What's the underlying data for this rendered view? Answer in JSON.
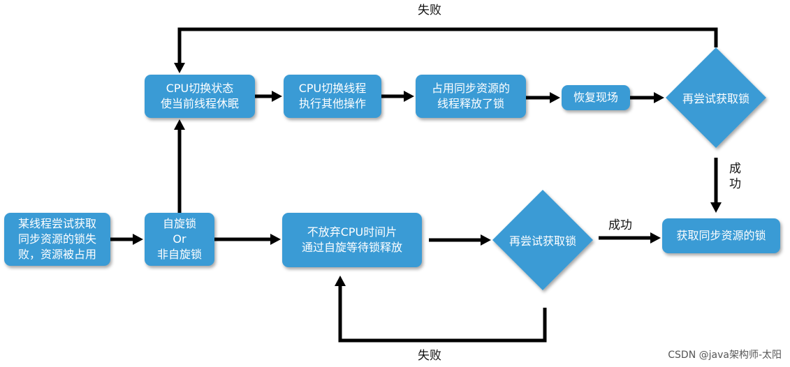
{
  "nodes": {
    "start": {
      "lines": [
        "某线程尝试获取",
        "同步资源的锁失",
        "败，资源被占用"
      ]
    },
    "spin_choice": {
      "lines": [
        "自旋锁",
        "Or",
        "非自旋锁"
      ]
    },
    "cpu_switch_state": {
      "lines": [
        "CPU切换状态",
        "使当前线程休眠"
      ]
    },
    "cpu_switch_thread": {
      "lines": [
        "CPU切换线程",
        "执行其他操作"
      ]
    },
    "release_lock": {
      "lines": [
        "占用同步资源的",
        "线程释放了锁"
      ]
    },
    "restore_context": {
      "lines": [
        "恢复现场"
      ]
    },
    "no_yield_cpu": {
      "lines": [
        "不放弃CPU时间片",
        "通过自旋等待锁释放"
      ]
    },
    "acquire_lock": {
      "lines": [
        "获取同步资源的锁"
      ]
    }
  },
  "decisions": {
    "retry_top": "再尝试获取锁",
    "retry_bottom": "再尝试获取锁"
  },
  "edge_labels": {
    "top_fail": "失败",
    "top_success": [
      "成",
      "功"
    ],
    "bottom_success": "成功",
    "bottom_fail": "失败"
  },
  "watermark": "CSDN @java架构师-太阳",
  "colors": {
    "node_fill": "#3a9bd5",
    "node_text": "#ffffff",
    "arrow": "#000000"
  }
}
